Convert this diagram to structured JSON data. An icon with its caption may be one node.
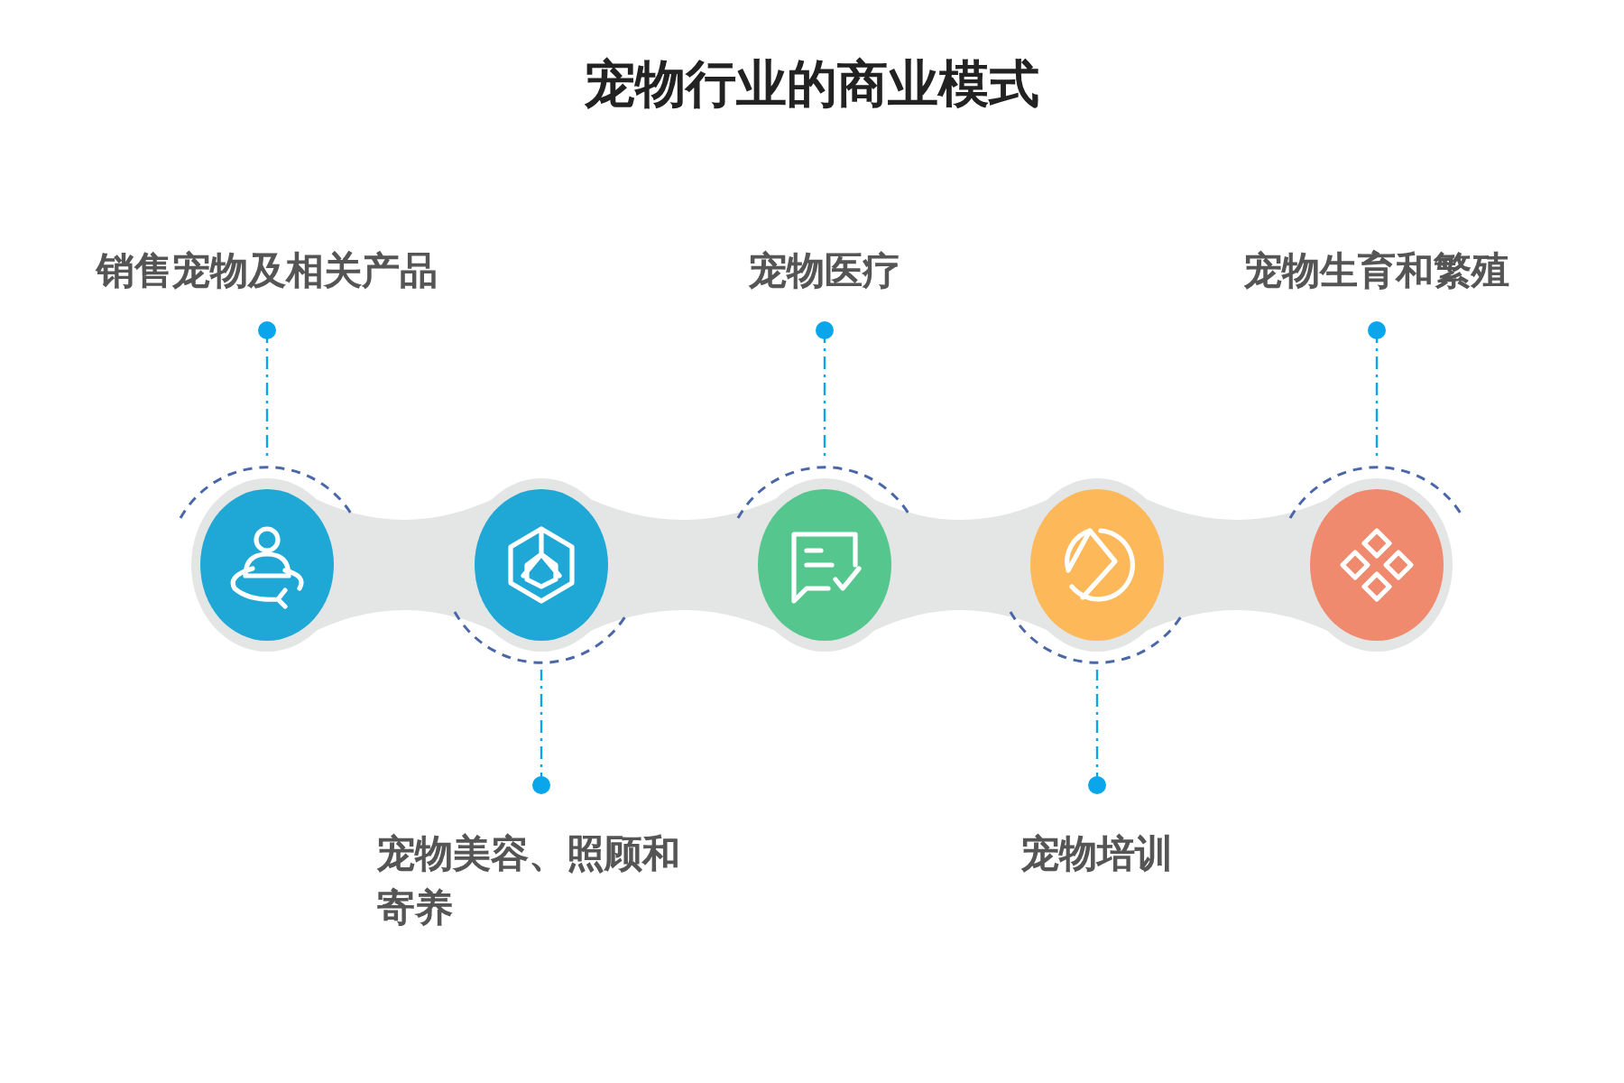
{
  "diagram": {
    "title": "宠物行业的商业模式",
    "nodes": [
      {
        "text": [],
        "shape": "circle"
      },
      {
        "text": [],
        "shape": "circle"
      },
      {
        "text": [],
        "shape": "circle"
      },
      {
        "text": [],
        "shape": "circle"
      },
      {
        "text": [],
        "shape": "circle"
      },
      {
        "text": [
          "销售宠物及相关产品"
        ]
      },
      {
        "text": [
          "宠物美容、照顾和寄养"
        ]
      },
      {
        "text": [
          "宠物医疗"
        ]
      },
      {
        "text": [
          "宠物培训"
        ]
      },
      {
        "text": [
          "宠物生育和繁殖"
        ]
      }
    ],
    "edges": [
      {
        "from": 5,
        "to": 0,
        "arrow": "other",
        "style": "dashed"
      },
      {
        "from": 6,
        "to": 1,
        "arrow": "other",
        "style": "dashed"
      },
      {
        "from": 7,
        "to": 2,
        "arrow": "other",
        "style": "dashed"
      },
      {
        "from": 8,
        "to": 3,
        "arrow": "other",
        "style": "dashed"
      },
      {
        "from": 9,
        "to": 4,
        "arrow": "other",
        "style": "dashed"
      }
    ]
  }
}
